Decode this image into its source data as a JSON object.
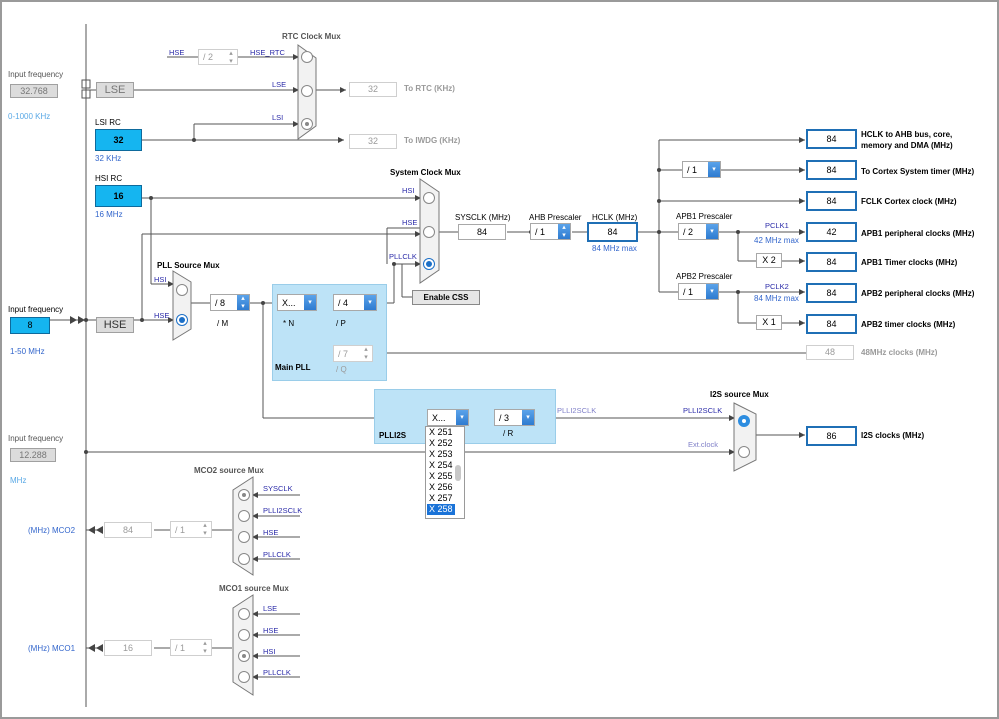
{
  "input_freq_lse": {
    "title": "Input frequency",
    "value": "32.768",
    "range": "0-1000 KHz"
  },
  "lse_label": "LSE",
  "lsi": {
    "title": "LSI RC",
    "value": "32",
    "unit": "32 KHz"
  },
  "hsi": {
    "title": "HSI RC",
    "value": "16",
    "unit": "16 MHz"
  },
  "input_freq_hse": {
    "title": "Input frequency",
    "value": "8",
    "range": "1-50 MHz"
  },
  "hse_label": "HSE",
  "input_freq_ext": {
    "title": "Input frequency",
    "value": "12.288",
    "unit": "MHz"
  },
  "rtc": {
    "title": "RTC Clock Mux",
    "hse_div": "/ 2",
    "in_hse": "HSE",
    "in_hse_rtc": "HSE_RTC",
    "in_lse": "LSE",
    "in_lsi": "LSI",
    "out_rtc_value": "32",
    "out_rtc_label": "To RTC (KHz)",
    "out_iwdg_value": "32",
    "out_iwdg_label": "To IWDG (KHz)"
  },
  "sysmux": {
    "title": "System Clock Mux",
    "in_hsi": "HSI",
    "in_hse": "HSE",
    "in_pllclk": "PLLCLK",
    "enable_css": "Enable CSS"
  },
  "sysclk": {
    "label": "SYSCLK (MHz)",
    "value": "84"
  },
  "ahb": {
    "label": "AHB Prescaler",
    "value": "/ 1"
  },
  "hclk": {
    "label": "HCLK (MHz)",
    "value": "84",
    "max": "84 MHz max"
  },
  "pllsrc": {
    "title": "PLL Source Mux",
    "in_hsi": "HSI",
    "in_hse": "HSE",
    "m_value": "/ 8",
    "m_label": "/ M"
  },
  "mainpll": {
    "title": "Main PLL",
    "n_value": "X...",
    "n_label": "* N",
    "p_value": "/ 4",
    "p_label": "/ P",
    "q_value": "/ 7",
    "q_label": "/ Q"
  },
  "plli2s": {
    "title": "PLLI2S",
    "n_value": "X...",
    "r_value": "/ 3",
    "r_label": "/ R",
    "out": "PLLI2SCLK",
    "options": [
      "X 251",
      "X 252",
      "X 253",
      "X 254",
      "X 255",
      "X 256",
      "X 257",
      "X 258"
    ],
    "selected": "X 258"
  },
  "i2s": {
    "title": "I2S source Mux",
    "in_plli2sclk": "PLLI2SCLK",
    "in_ext": "Ext.clock",
    "value": "86",
    "label": "I2S clocks (MHz)"
  },
  "mhz48": {
    "value": "48",
    "label": "48MHz clocks (MHz)"
  },
  "outputs": {
    "hclk_ahb": {
      "value": "84",
      "label_l1": "HCLK to AHB bus, core,",
      "label_l2": "memory and DMA (MHz)"
    },
    "cortex_div": "/ 1",
    "cortex_timer": {
      "value": "84",
      "label": "To Cortex System timer (MHz)"
    },
    "fclk": {
      "value": "84",
      "label": "FCLK Cortex clock (MHz)"
    },
    "apb1_prescaler": {
      "label": "APB1 Prescaler",
      "value": "/ 2"
    },
    "pclk1": {
      "label": "PCLK1",
      "max": "42 MHz max"
    },
    "apb1_periph": {
      "value": "42",
      "label": "APB1 peripheral clocks (MHz)"
    },
    "apb1_mult": "X 2",
    "apb1_timer": {
      "value": "84",
      "label": "APB1 Timer clocks (MHz)"
    },
    "apb2_prescaler": {
      "label": "APB2 Prescaler",
      "value": "/ 1"
    },
    "pclk2": {
      "label": "PCLK2",
      "max": "84 MHz max"
    },
    "apb2_periph": {
      "value": "84",
      "label": "APB2 peripheral clocks (MHz)"
    },
    "apb2_mult": "X 1",
    "apb2_timer": {
      "value": "84",
      "label": "APB2 timer clocks (MHz)"
    }
  },
  "mco2": {
    "title": "MCO2 source Mux",
    "in_sysclk": "SYSCLK",
    "in_plli2sclk": "PLLI2SCLK",
    "in_hse": "HSE",
    "in_pllclk": "PLLCLK",
    "div": "/ 1",
    "value": "84",
    "label": "(MHz) MCO2"
  },
  "mco1": {
    "title": "MCO1 source Mux",
    "in_lse": "LSE",
    "in_hse": "HSE",
    "in_hsi": "HSI",
    "in_pllclk": "PLLCLK",
    "div": "/ 1",
    "value": "16",
    "label": "(MHz) MCO1"
  }
}
